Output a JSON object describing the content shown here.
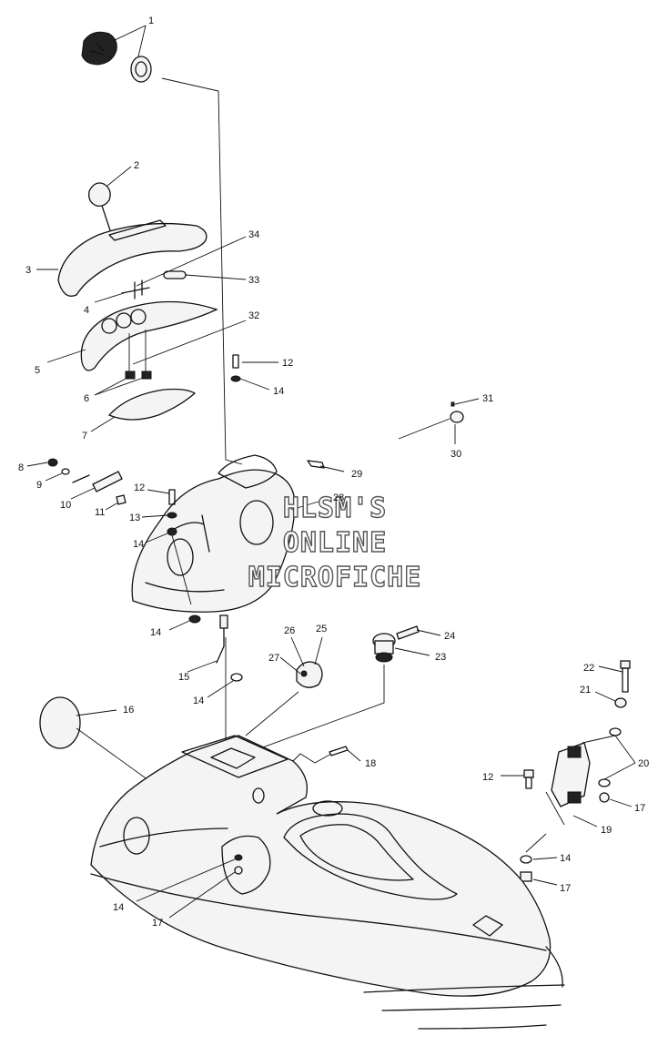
{
  "watermark": {
    "lines": [
      "HLSM'S",
      "ONLINE",
      "MICROFICHE"
    ]
  },
  "part_labels": [
    "1",
    "2",
    "3",
    "34",
    "33",
    "4",
    "32",
    "5",
    "12",
    "6",
    "14",
    "7",
    "31",
    "30",
    "8",
    "9",
    "29",
    "10",
    "11",
    "12",
    "13",
    "28",
    "14",
    "14",
    "26",
    "25",
    "24",
    "23",
    "27",
    "15",
    "22",
    "14",
    "21",
    "16",
    "18",
    "20",
    "12",
    "17",
    "19",
    "14",
    "14",
    "17",
    "17"
  ]
}
